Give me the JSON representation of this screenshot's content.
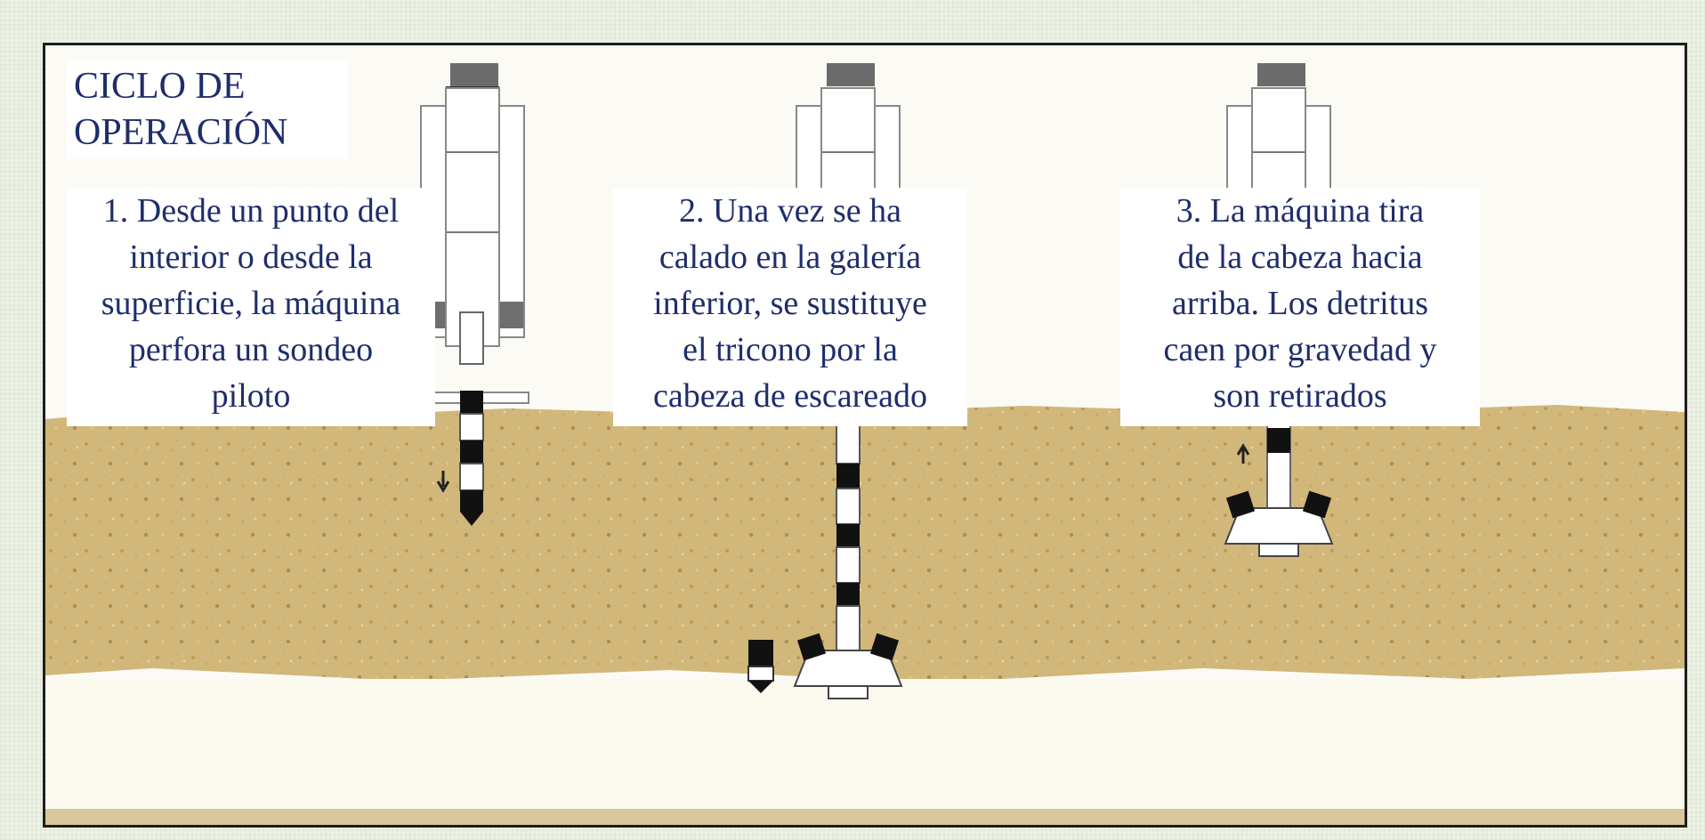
{
  "title": {
    "lines": [
      "CICLO DE",
      "OPERACIÓN"
    ]
  },
  "steps": [
    {
      "lines": [
        "1. Desde un punto del",
        "interior o desde la",
        "superficie, la máquina",
        "perfora un sondeo",
        "piloto"
      ]
    },
    {
      "lines": [
        "2. Una vez se ha",
        "calado en la galería",
        "inferior, se sustituye",
        "el tricono por la",
        "cabeza de escareado"
      ]
    },
    {
      "lines": [
        "3. La máquina tira",
        "de la cabeza hacia",
        "arriba. Los detritus",
        "caen por gravedad y",
        "son retirados"
      ]
    }
  ],
  "colors": {
    "title_text": "#1f2d6b",
    "ground": "#d2b77a",
    "frame": "#1d1d1d"
  }
}
